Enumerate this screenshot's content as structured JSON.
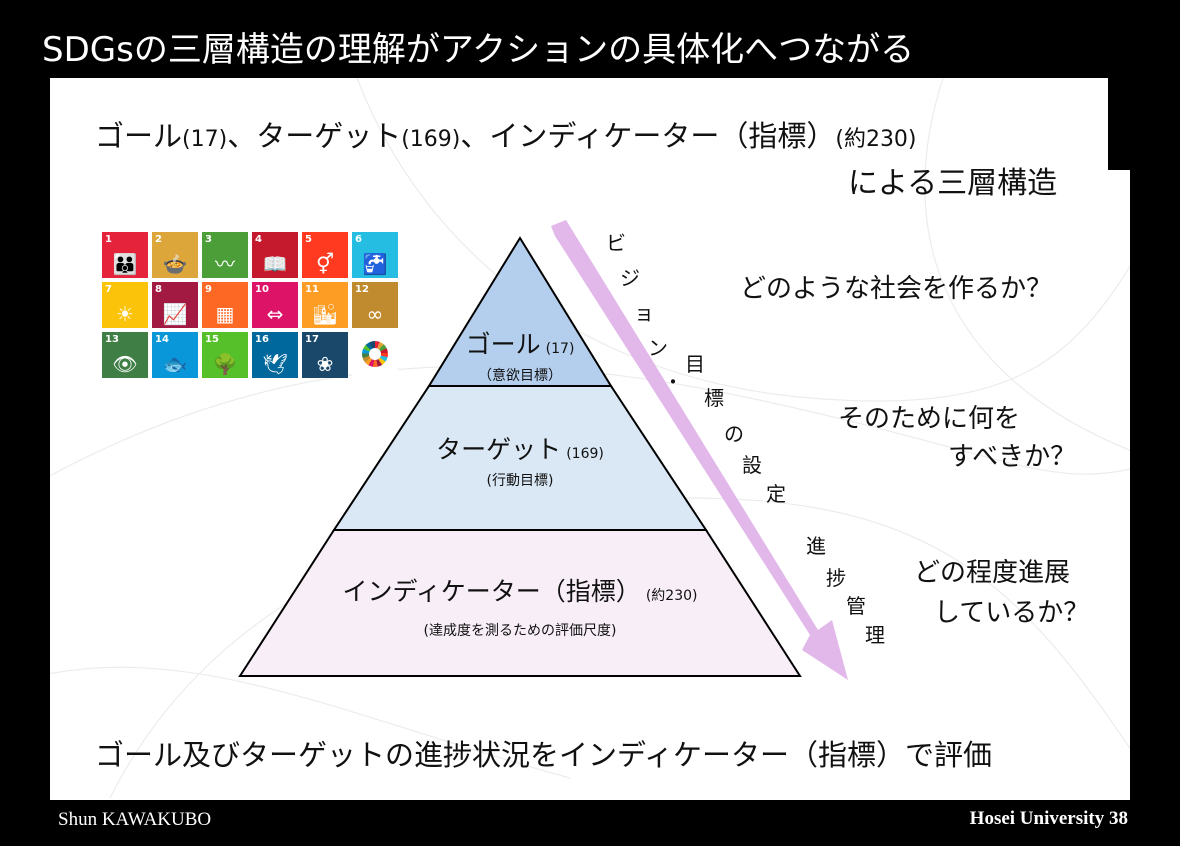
{
  "title": "SDGsの三層構造の理解がアクションの具体化へつながる",
  "heading": {
    "p1": "ゴール",
    "p2": "(17)",
    "p3": "、ターゲット",
    "p4": "(169)",
    "p5": "、インディケーター（指標）",
    "p6": "(約230)",
    "line2": "による三層構造"
  },
  "sdg_icons": [
    {
      "num": "1",
      "glyph": "👪",
      "color": "#E5243B"
    },
    {
      "num": "2",
      "glyph": "🍲",
      "color": "#DDA63A"
    },
    {
      "num": "3",
      "glyph": "〰",
      "color": "#4C9F38"
    },
    {
      "num": "4",
      "glyph": "📖",
      "color": "#C5192D"
    },
    {
      "num": "5",
      "glyph": "⚥",
      "color": "#FF3A21"
    },
    {
      "num": "6",
      "glyph": "🚰",
      "color": "#26BDE2"
    },
    {
      "num": "7",
      "glyph": "☀",
      "color": "#FCC30B"
    },
    {
      "num": "8",
      "glyph": "📈",
      "color": "#A21942"
    },
    {
      "num": "9",
      "glyph": "▦",
      "color": "#FD6925"
    },
    {
      "num": "10",
      "glyph": "⇔",
      "color": "#DD1367"
    },
    {
      "num": "11",
      "glyph": "🏙",
      "color": "#FD9D24"
    },
    {
      "num": "12",
      "glyph": "∞",
      "color": "#BF8B2E"
    },
    {
      "num": "13",
      "glyph": "👁",
      "color": "#3F7E44"
    },
    {
      "num": "14",
      "glyph": "🐟",
      "color": "#0A97D9"
    },
    {
      "num": "15",
      "glyph": "🌳",
      "color": "#56C02B"
    },
    {
      "num": "16",
      "glyph": "🕊",
      "color": "#00689D"
    },
    {
      "num": "17",
      "glyph": "❀",
      "color": "#19486A"
    }
  ],
  "pyramid": {
    "goal": {
      "label": "ゴール",
      "count": "(17)",
      "sub": "（意欲目標）",
      "color": "#B4CFEE"
    },
    "target": {
      "label": "ターゲット",
      "count": "(169)",
      "sub": "(行動目標)",
      "color": "#DAE8F6"
    },
    "indicator": {
      "label": "インディケーター（指標）",
      "count": "(約230)",
      "sub": "(達成度を測るための評価尺度)",
      "color": "#F8EEF8"
    }
  },
  "arrow": {
    "color": "#E2B8EA",
    "vision_chars": [
      "ビ",
      "ジ",
      "ョ",
      "ン",
      "・",
      "目",
      "標",
      "の",
      "設",
      "定"
    ],
    "progress_chars": [
      "進",
      "捗",
      "管",
      "理"
    ]
  },
  "questions": {
    "q1": "どのような社会を作るか？",
    "q2a": "そのために何を",
    "q2b": "すべきか？",
    "q3a": "どの程度進展",
    "q3b": "しているか？"
  },
  "bottom_text": "ゴール及びターゲットの進捗状況をインディケーター（指標）で評価",
  "footer": {
    "author": "Shun KAWAKUBO",
    "institution": "Hosei University 38"
  }
}
